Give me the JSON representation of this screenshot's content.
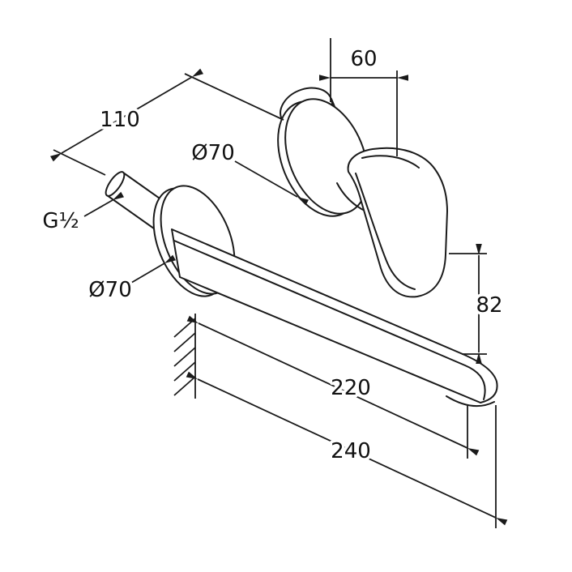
{
  "drawing": {
    "background": "#ffffff",
    "line_color": "#1a1a1a",
    "labels": {
      "width_60": "60",
      "offset_110": "110",
      "mixer_escutcheon_dia": "Ø70",
      "thread": "G½",
      "spout_escutcheon_dia": "Ø70",
      "height_82": "82",
      "spout_projection_220": "220",
      "total_projection_240": "240"
    }
  }
}
